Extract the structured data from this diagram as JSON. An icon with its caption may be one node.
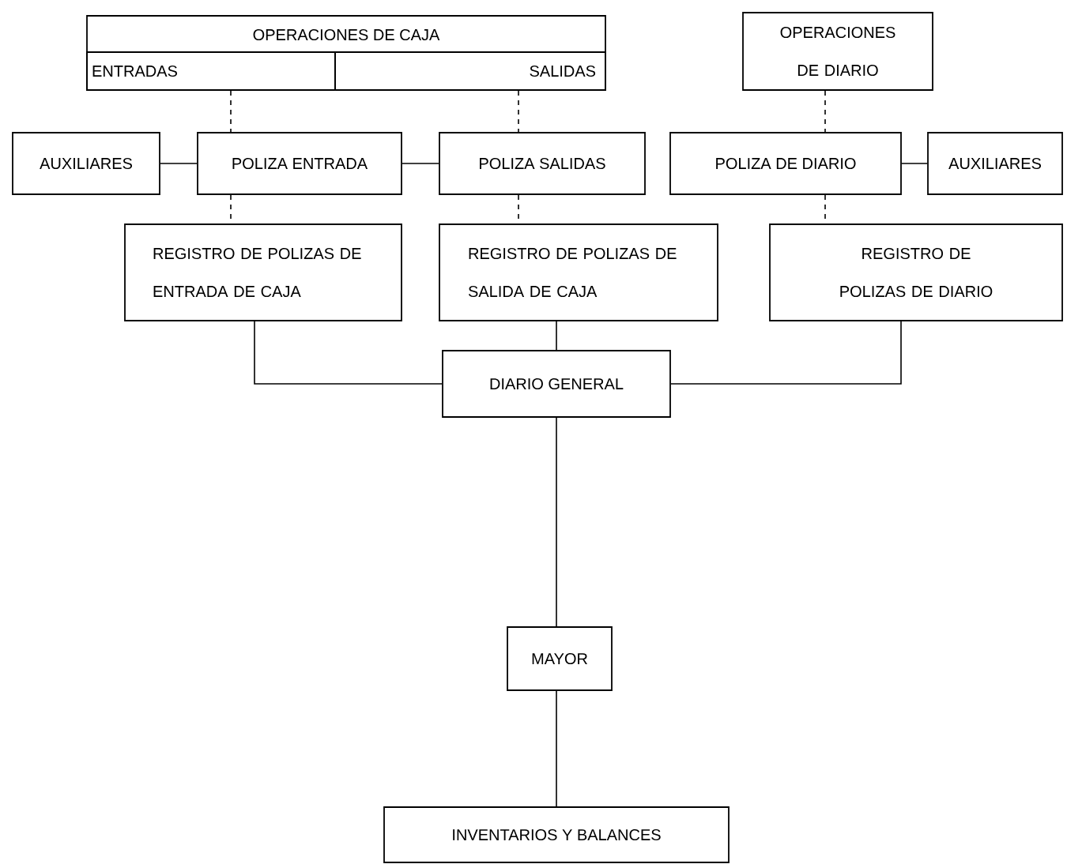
{
  "diagram": {
    "nodes": [
      {
        "text": [
          "OPERACIONES DE CAJA"
        ]
      },
      {
        "text": [
          "ENTRADAS"
        ],
        "in": 0
      },
      {
        "text": [
          "SALIDAS"
        ],
        "in": 0
      },
      {
        "text": [
          "OPERACIONES DE DIARIO"
        ]
      },
      {
        "text": [
          "AUXILIARES"
        ]
      },
      {
        "text": [
          "POLIZA ENTRADA"
        ]
      },
      {
        "text": [
          "POLIZA SALIDAS"
        ]
      },
      {
        "text": [
          "POLIZA DE DIARIO"
        ]
      },
      {
        "text": [
          "AUXILIARES"
        ]
      },
      {
        "text": [
          "REGISTRO DE POLIZAS DE ENTRADA DE CAJA"
        ]
      },
      {
        "text": [
          "REGISTRO DE POLIZAS DE SALIDA DE CAJA"
        ]
      },
      {
        "text": [
          "REGISTRO DE POLIZAS DE DIARIO"
        ]
      },
      {
        "text": [
          "DIARIO GENERAL"
        ]
      },
      {
        "text": [
          "MAYOR"
        ]
      },
      {
        "text": [
          "INVENTARIOS Y BALANCES"
        ]
      }
    ],
    "edges": [
      {
        "from": 1,
        "to": 5,
        "arrow": "none",
        "style": "dashed"
      },
      {
        "from": 2,
        "to": 6,
        "arrow": "none",
        "style": "dashed"
      },
      {
        "from": 3,
        "to": 7,
        "arrow": "none",
        "style": "dashed"
      },
      {
        "from": 4,
        "to": 5,
        "arrow": "none"
      },
      {
        "from": 5,
        "to": 6,
        "arrow": "none"
      },
      {
        "from": 7,
        "to": 8,
        "arrow": "none"
      },
      {
        "from": 5,
        "to": 9,
        "arrow": "none",
        "style": "dashed"
      },
      {
        "from": 6,
        "to": 10,
        "arrow": "none",
        "style": "dashed"
      },
      {
        "from": 7,
        "to": 11,
        "arrow": "none",
        "style": "dashed"
      },
      {
        "from": 9,
        "to": 12,
        "arrow": "none"
      },
      {
        "from": 10,
        "to": 12,
        "arrow": "none"
      },
      {
        "from": 11,
        "to": 12,
        "arrow": "none"
      },
      {
        "from": 12,
        "to": 13,
        "arrow": "none"
      },
      {
        "from": 13,
        "to": 14,
        "arrow": "none"
      }
    ]
  }
}
